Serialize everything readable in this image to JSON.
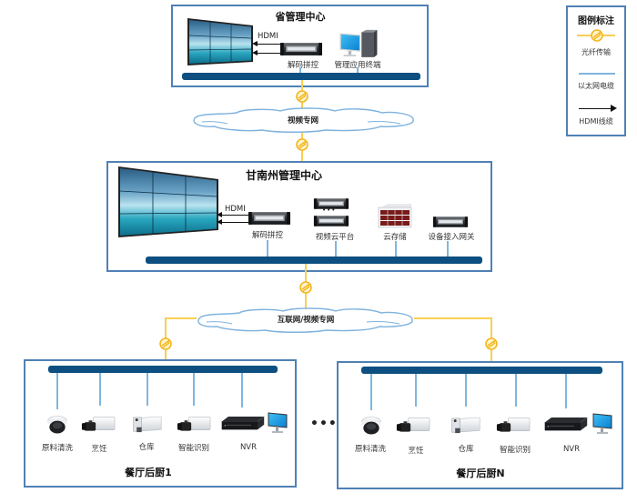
{
  "legend": {
    "title": "图例标注",
    "items": [
      {
        "label": "光纤传输",
        "icon": "fiber-icon",
        "color": "#f8cf52"
      },
      {
        "label": "以太网电缆",
        "icon": "ethernet-line",
        "color": "#7fb6e0"
      },
      {
        "label": "HDMI线缆",
        "icon": "arrow-right-icon",
        "color": "#111111"
      }
    ]
  },
  "provincial": {
    "title": "省管理中心",
    "hdmi_label": "HDMI",
    "devices": [
      {
        "label": "解码拼控",
        "icon": "decoder-icon"
      },
      {
        "label": "管理应用终端",
        "icon": "workstation-icon"
      }
    ]
  },
  "cloud1": {
    "label": "视频专网"
  },
  "prefecture": {
    "title": "甘南州管理中心",
    "hdmi_label": "HDMI",
    "devices": [
      {
        "label": "解码拼控",
        "icon": "decoder-icon"
      },
      {
        "label": "视频云平台",
        "icon": "server-stack-icon",
        "ellipsis": "•••"
      },
      {
        "label": "云存储",
        "icon": "storage-icon"
      },
      {
        "label": "设备接入网关",
        "icon": "gateway-icon"
      }
    ]
  },
  "cloud2": {
    "label": "互联网/视频专网"
  },
  "kitchens": [
    {
      "title": "餐厅后厨1",
      "devices": [
        {
          "label": "原料清洗",
          "icon": "dome-camera-icon"
        },
        {
          "label": "烹饪",
          "icon": "box-camera-icon"
        },
        {
          "label": "仓库",
          "icon": "bullet-camera-icon"
        },
        {
          "label": "智能识别",
          "icon": "box-camera-icon"
        },
        {
          "label": "NVR",
          "icon": "nvr-icon"
        }
      ]
    },
    {
      "title": "餐厅后厨N",
      "devices": [
        {
          "label": "原料清洗",
          "icon": "dome-camera-icon"
        },
        {
          "label": "烹饪",
          "icon": "box-camera-icon"
        },
        {
          "label": "仓库",
          "icon": "bullet-camera-icon"
        },
        {
          "label": "智能识别",
          "icon": "box-camera-icon"
        },
        {
          "label": "NVR",
          "icon": "nvr-icon"
        }
      ]
    }
  ],
  "between_kitchens": "•••",
  "colors": {
    "box_border": "#4f81b5",
    "bus": "#0d4f80",
    "ethernet": "#7fb6e0",
    "fiber": "#f8cf52"
  }
}
